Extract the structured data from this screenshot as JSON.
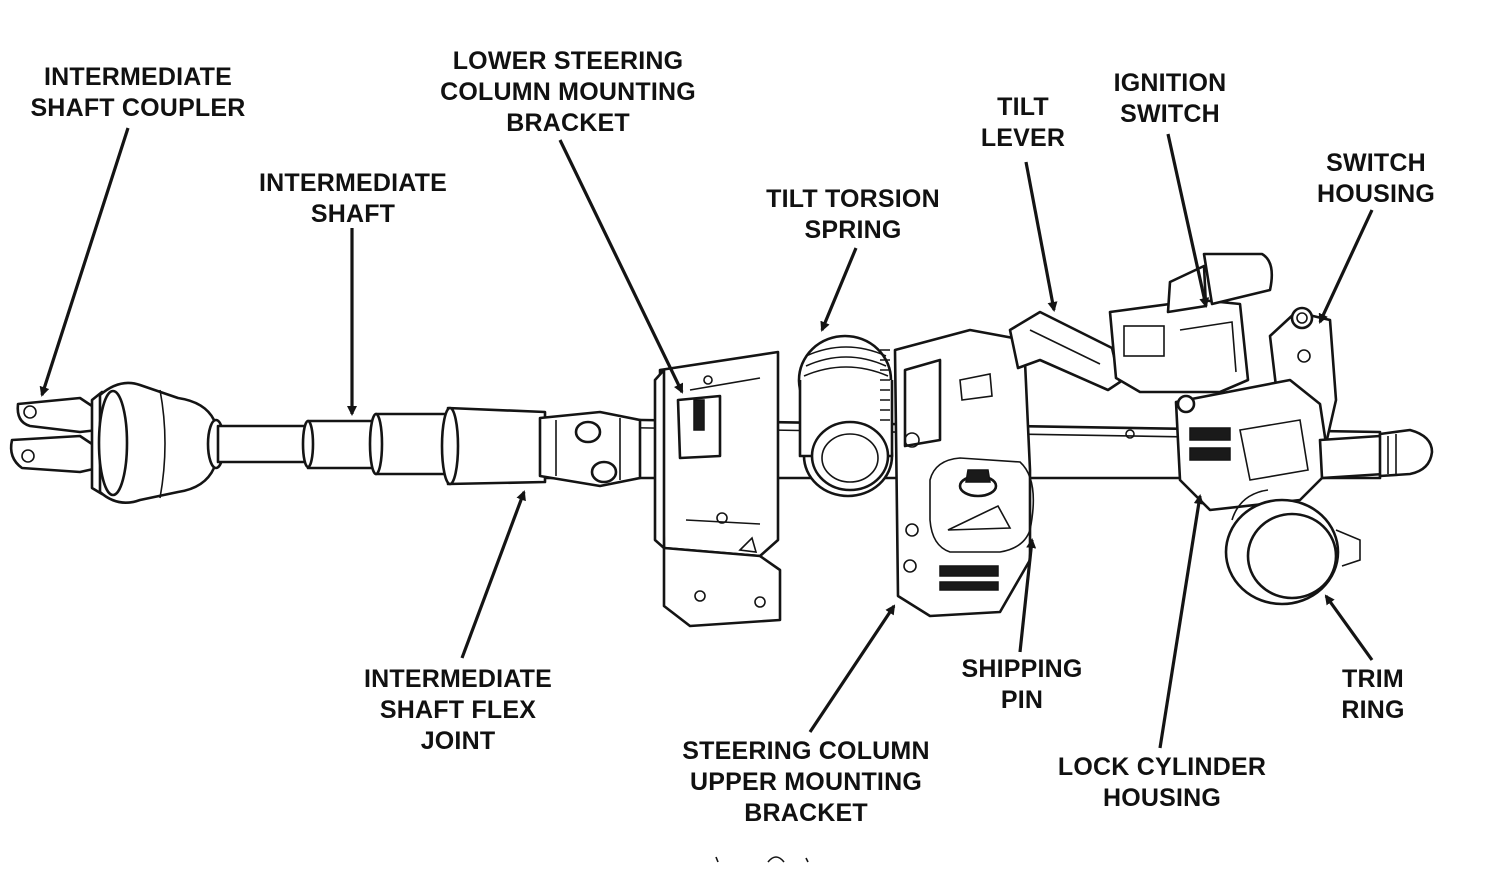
{
  "diagram": {
    "labels": {
      "intermediate_shaft_coupler": [
        "INTERMEDIATE",
        "SHAFT COUPLER"
      ],
      "intermediate_shaft": [
        "INTERMEDIATE",
        "SHAFT"
      ],
      "lower_mounting_bracket": [
        "LOWER STEERING",
        "COLUMN MOUNTING",
        "BRACKET"
      ],
      "tilt_torsion_spring": [
        "TILT TORSION",
        "SPRING"
      ],
      "tilt_lever": [
        "TILT",
        "LEVER"
      ],
      "ignition_switch": [
        "IGNITION",
        "SWITCH"
      ],
      "switch_housing": [
        "SWITCH",
        "HOUSING"
      ],
      "intermediate_shaft_flex_joint": [
        "INTERMEDIATE",
        "SHAFT FLEX",
        "JOINT"
      ],
      "upper_mounting_bracket": [
        "STEERING COLUMN",
        "UPPER MOUNTING",
        "BRACKET"
      ],
      "shipping_pin": [
        "SHIPPING",
        "PIN"
      ],
      "lock_cylinder_housing": [
        "LOCK CYLINDER",
        "HOUSING"
      ],
      "trim_ring": [
        "TRIM",
        "RING"
      ]
    }
  }
}
